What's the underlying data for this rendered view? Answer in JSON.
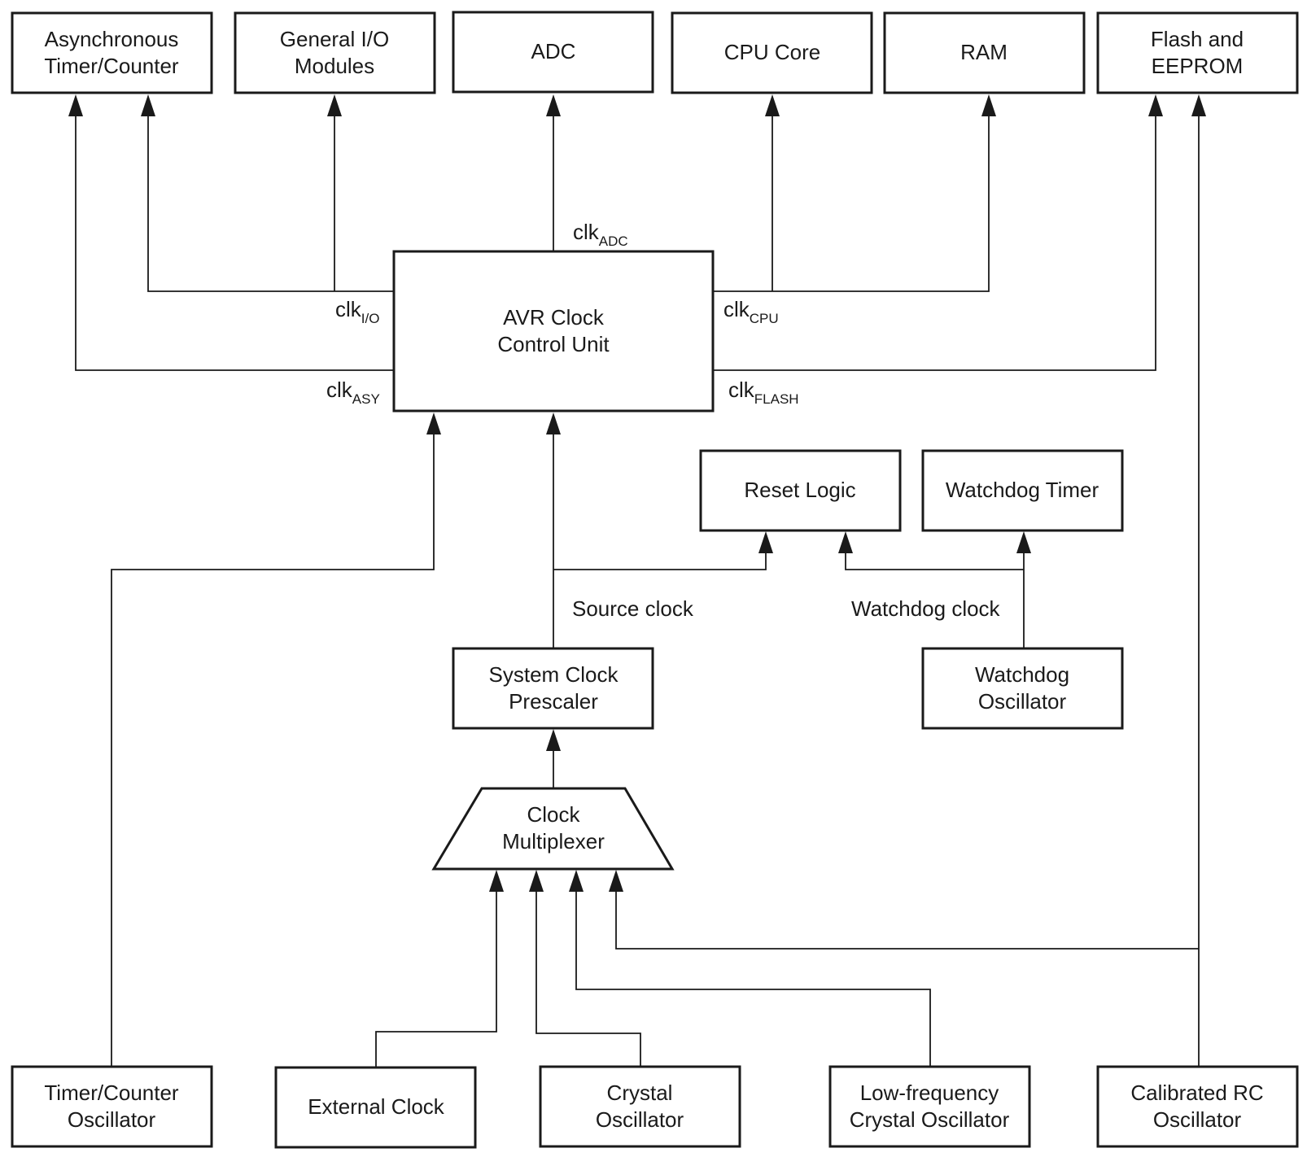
{
  "blocks": {
    "async_timer": [
      "Asynchronous",
      "Timer/Counter"
    ],
    "general_io": [
      "General I/O",
      "Modules"
    ],
    "adc": [
      "ADC"
    ],
    "cpu_core": [
      "CPU Core"
    ],
    "ram": [
      "RAM"
    ],
    "flash": [
      "Flash and",
      "EEPROM"
    ],
    "avr_ccu": [
      "AVR Clock",
      "Control Unit"
    ],
    "reset_logic": [
      "Reset  Logic"
    ],
    "watchdog_timer": [
      "Watchdog  Timer"
    ],
    "prescaler": [
      "System Clock",
      "Prescaler"
    ],
    "watchdog_osc": [
      "Watchdog",
      "Oscillator"
    ],
    "clock_mux": [
      "Clock",
      "Multiplexer"
    ],
    "tc_osc": [
      "Timer/Counter",
      "Oscillator"
    ],
    "ext_clock": [
      "External Clock"
    ],
    "crystal_osc": [
      "Crystal",
      "Oscillator"
    ],
    "lf_crystal": [
      "Low-frequency",
      "Crystal Oscillator"
    ],
    "rc_osc": [
      "Calibrated RC",
      "Oscillator"
    ]
  },
  "signals": {
    "clk_adc": {
      "base": "clk",
      "sub": "ADC"
    },
    "clk_io": {
      "base": "clk",
      "sub": "I/O"
    },
    "clk_cpu": {
      "base": "clk",
      "sub": "CPU"
    },
    "clk_asy": {
      "base": "clk",
      "sub": "ASY"
    },
    "clk_flash": {
      "base": "clk",
      "sub": "FLASH"
    },
    "source_clock": "Source clock",
    "watchdog_clock": "Watchdog clock"
  }
}
